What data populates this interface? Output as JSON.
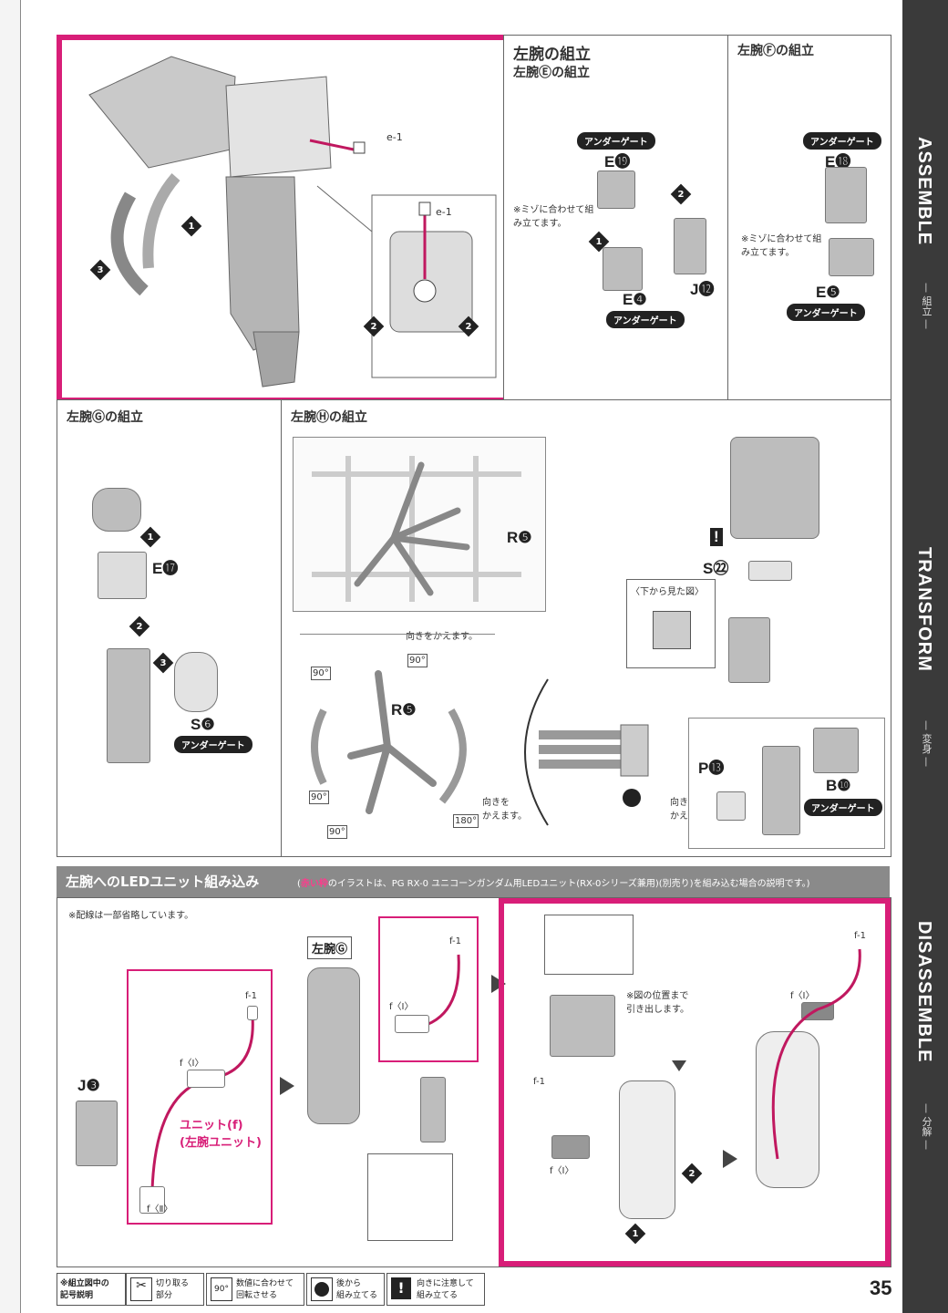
{
  "page_number": "35",
  "sidebar": {
    "sections": [
      {
        "title": "ASSEMBLE",
        "sub": "— 組立 —"
      },
      {
        "title": "TRANSFORM",
        "sub": "— 変身 —"
      },
      {
        "title": "DISASSEMBLE",
        "sub": "— 分解 —"
      }
    ]
  },
  "panel_top_left": {
    "label_e1_a": "e-1",
    "label_e1_b": "e-1",
    "steps": [
      "1",
      "3",
      "2",
      "2"
    ]
  },
  "panel_arm_e": {
    "title": "左腕の組立",
    "subtitle": "左腕Ⓔの組立",
    "gate_top": "アンダーゲート",
    "part_top": "E⓳",
    "note": "※ミゾに合わせて組み立てます。",
    "part_bottom": "E❹",
    "gate_bottom": "アンダーゲート",
    "part_j": "J⓬",
    "steps": [
      "1",
      "2"
    ]
  },
  "panel_arm_f": {
    "title": "左腕Ⓕの組立",
    "gate_top": "アンダーゲート",
    "part_top": "E⓲",
    "note": "※ミゾに合わせて組み立てます。",
    "part_bottom": "E❺",
    "gate_bottom": "アンダーゲート"
  },
  "panel_arm_g": {
    "title": "左腕Ⓖの組立",
    "part_e": "E⓱",
    "part_s": "S❻",
    "gate": "アンダーゲート",
    "steps": [
      "1",
      "2",
      "3"
    ]
  },
  "panel_arm_h": {
    "title": "左腕Ⓗの組立",
    "part_r_a": "R❺",
    "part_r_b": "R❺",
    "turn_note": "向きをかえます。",
    "turn_a": "向きを\nかえます。",
    "turn_b": "向きを\nかえます。",
    "part_s": "S㉒",
    "view_label": "〈下から見た図〉",
    "part_p": "P⓭",
    "part_b": "B❿",
    "gate": "アンダーゲート",
    "deg_labels": [
      "90°",
      "90°",
      "90°",
      "90°",
      "180°"
    ]
  },
  "led_section": {
    "title": "左腕へのLEDユニット組み込み",
    "note_red": "赤い枠",
    "note_rest": "のイラストは、PG RX-0 ユニコーンガンダム用LEDユニット(RX-0シリーズ兼用)(別売り)を組み込む場合の説明です。)",
    "note_open": "(",
    "omit_note": "※配線は一部省略しています。",
    "part_j": "J❸",
    "unit_label": "ユニット(f)\n(左腕ユニット)",
    "f1_a": "f-1",
    "fI_a": "f〈Ⅰ〉",
    "fII": "f〈Ⅱ〉",
    "arm_label": "左腕Ⓖ",
    "f1_b": "f-1",
    "fI_b": "f〈Ⅰ〉",
    "pull_note": "※図の位置まで\n引き出します。",
    "f1_c": "f-1",
    "fI_c": "f〈Ⅰ〉",
    "f1_d": "f-1",
    "fI_d": "f〈Ⅰ〉",
    "steps": [
      "2",
      "1"
    ]
  },
  "legend": {
    "heading": "※組立図中の\n記号説明",
    "items": [
      {
        "icon": "nipper-icon",
        "text": "切り取る\n部分"
      },
      {
        "icon": "rotate-icon",
        "text": "数値に合わせて\n回転させる"
      },
      {
        "icon": "back-icon",
        "text": "後から\n組み立てる"
      },
      {
        "icon": "caution-icon",
        "text": "向きに注意して\n組み立てる"
      }
    ]
  },
  "colors": {
    "accent": "#d81e78",
    "sidebar": "#3a3a3a",
    "wire": "#c0185f"
  }
}
